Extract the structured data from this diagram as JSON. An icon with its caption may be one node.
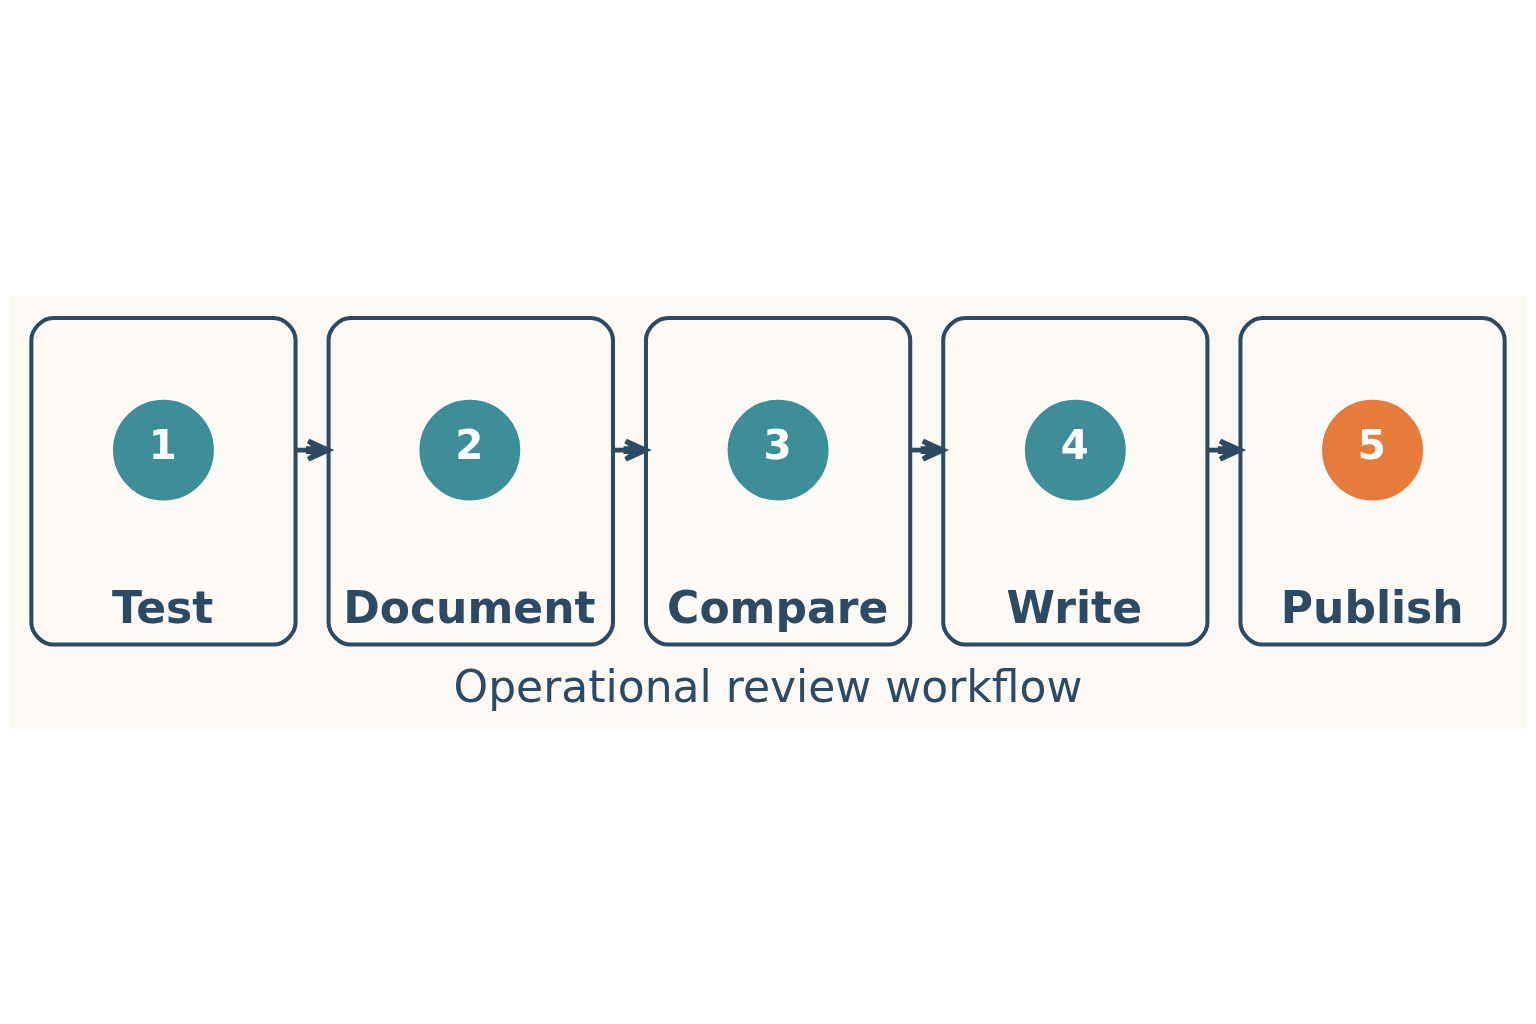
{
  "diagram": {
    "caption": "Operational review workflow",
    "nodes": [
      {
        "text": [
          "Test"
        ]
      },
      {
        "text": [
          "1"
        ],
        "in": 0
      },
      {
        "text": [
          "Document"
        ]
      },
      {
        "text": [
          "2"
        ],
        "in": 2
      },
      {
        "text": [
          "Compare"
        ]
      },
      {
        "text": [
          "3"
        ],
        "in": 4
      },
      {
        "text": [
          "Write"
        ]
      },
      {
        "text": [
          "4"
        ],
        "in": 6
      },
      {
        "text": [
          "Publish"
        ]
      },
      {
        "text": [
          "5"
        ],
        "in": 8
      }
    ],
    "edges": [
      {
        "from": 0,
        "to": 2,
        "arrow": "to"
      },
      {
        "from": 2,
        "to": 4,
        "arrow": "to"
      },
      {
        "from": 4,
        "to": 6,
        "arrow": "to"
      },
      {
        "from": 6,
        "to": 8,
        "arrow": "to"
      }
    ]
  }
}
